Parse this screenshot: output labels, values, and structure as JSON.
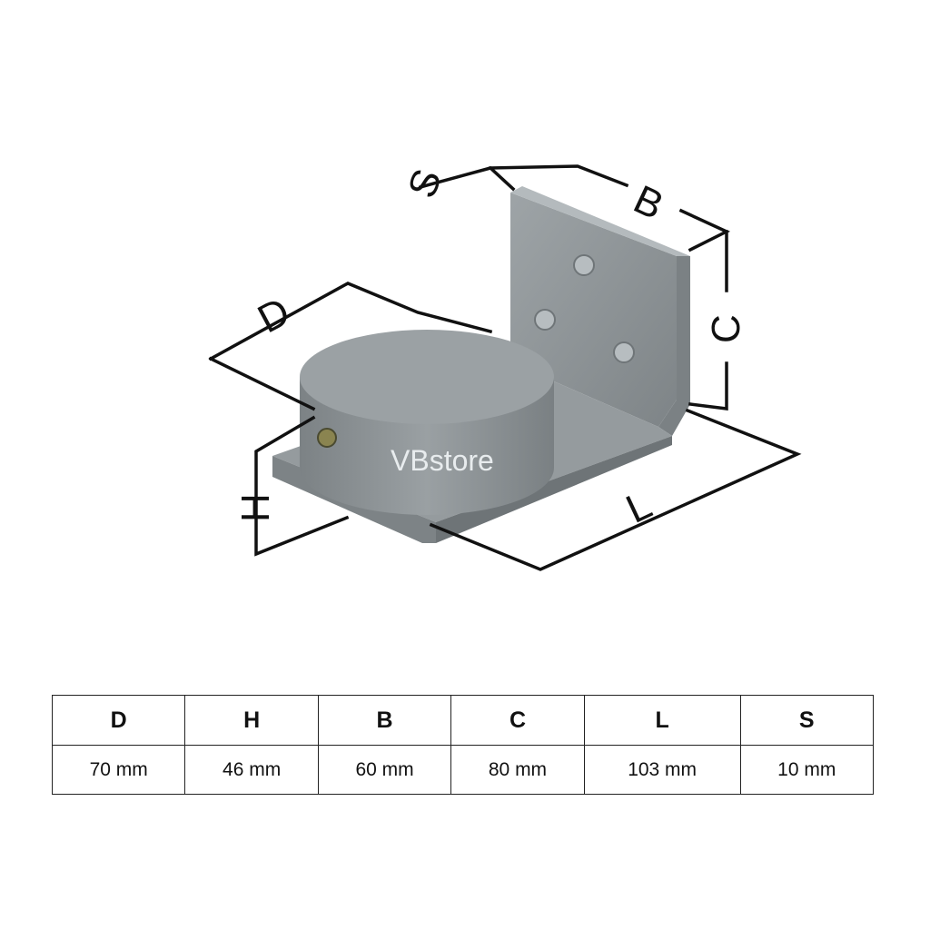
{
  "watermark": "VBstore",
  "dimension_labels": {
    "D": "D",
    "H": "H",
    "B": "B",
    "C": "C",
    "L": "L",
    "S": "S"
  },
  "table": {
    "headers": [
      "D",
      "H",
      "B",
      "C",
      "L",
      "S"
    ],
    "values": [
      "70 mm",
      "46 mm",
      "60 mm",
      "80 mm",
      "103 mm",
      "10 mm"
    ]
  },
  "colors": {
    "metal_light": "#a7adb0",
    "metal_mid": "#8d9396",
    "metal_dark": "#6e7477"
  }
}
